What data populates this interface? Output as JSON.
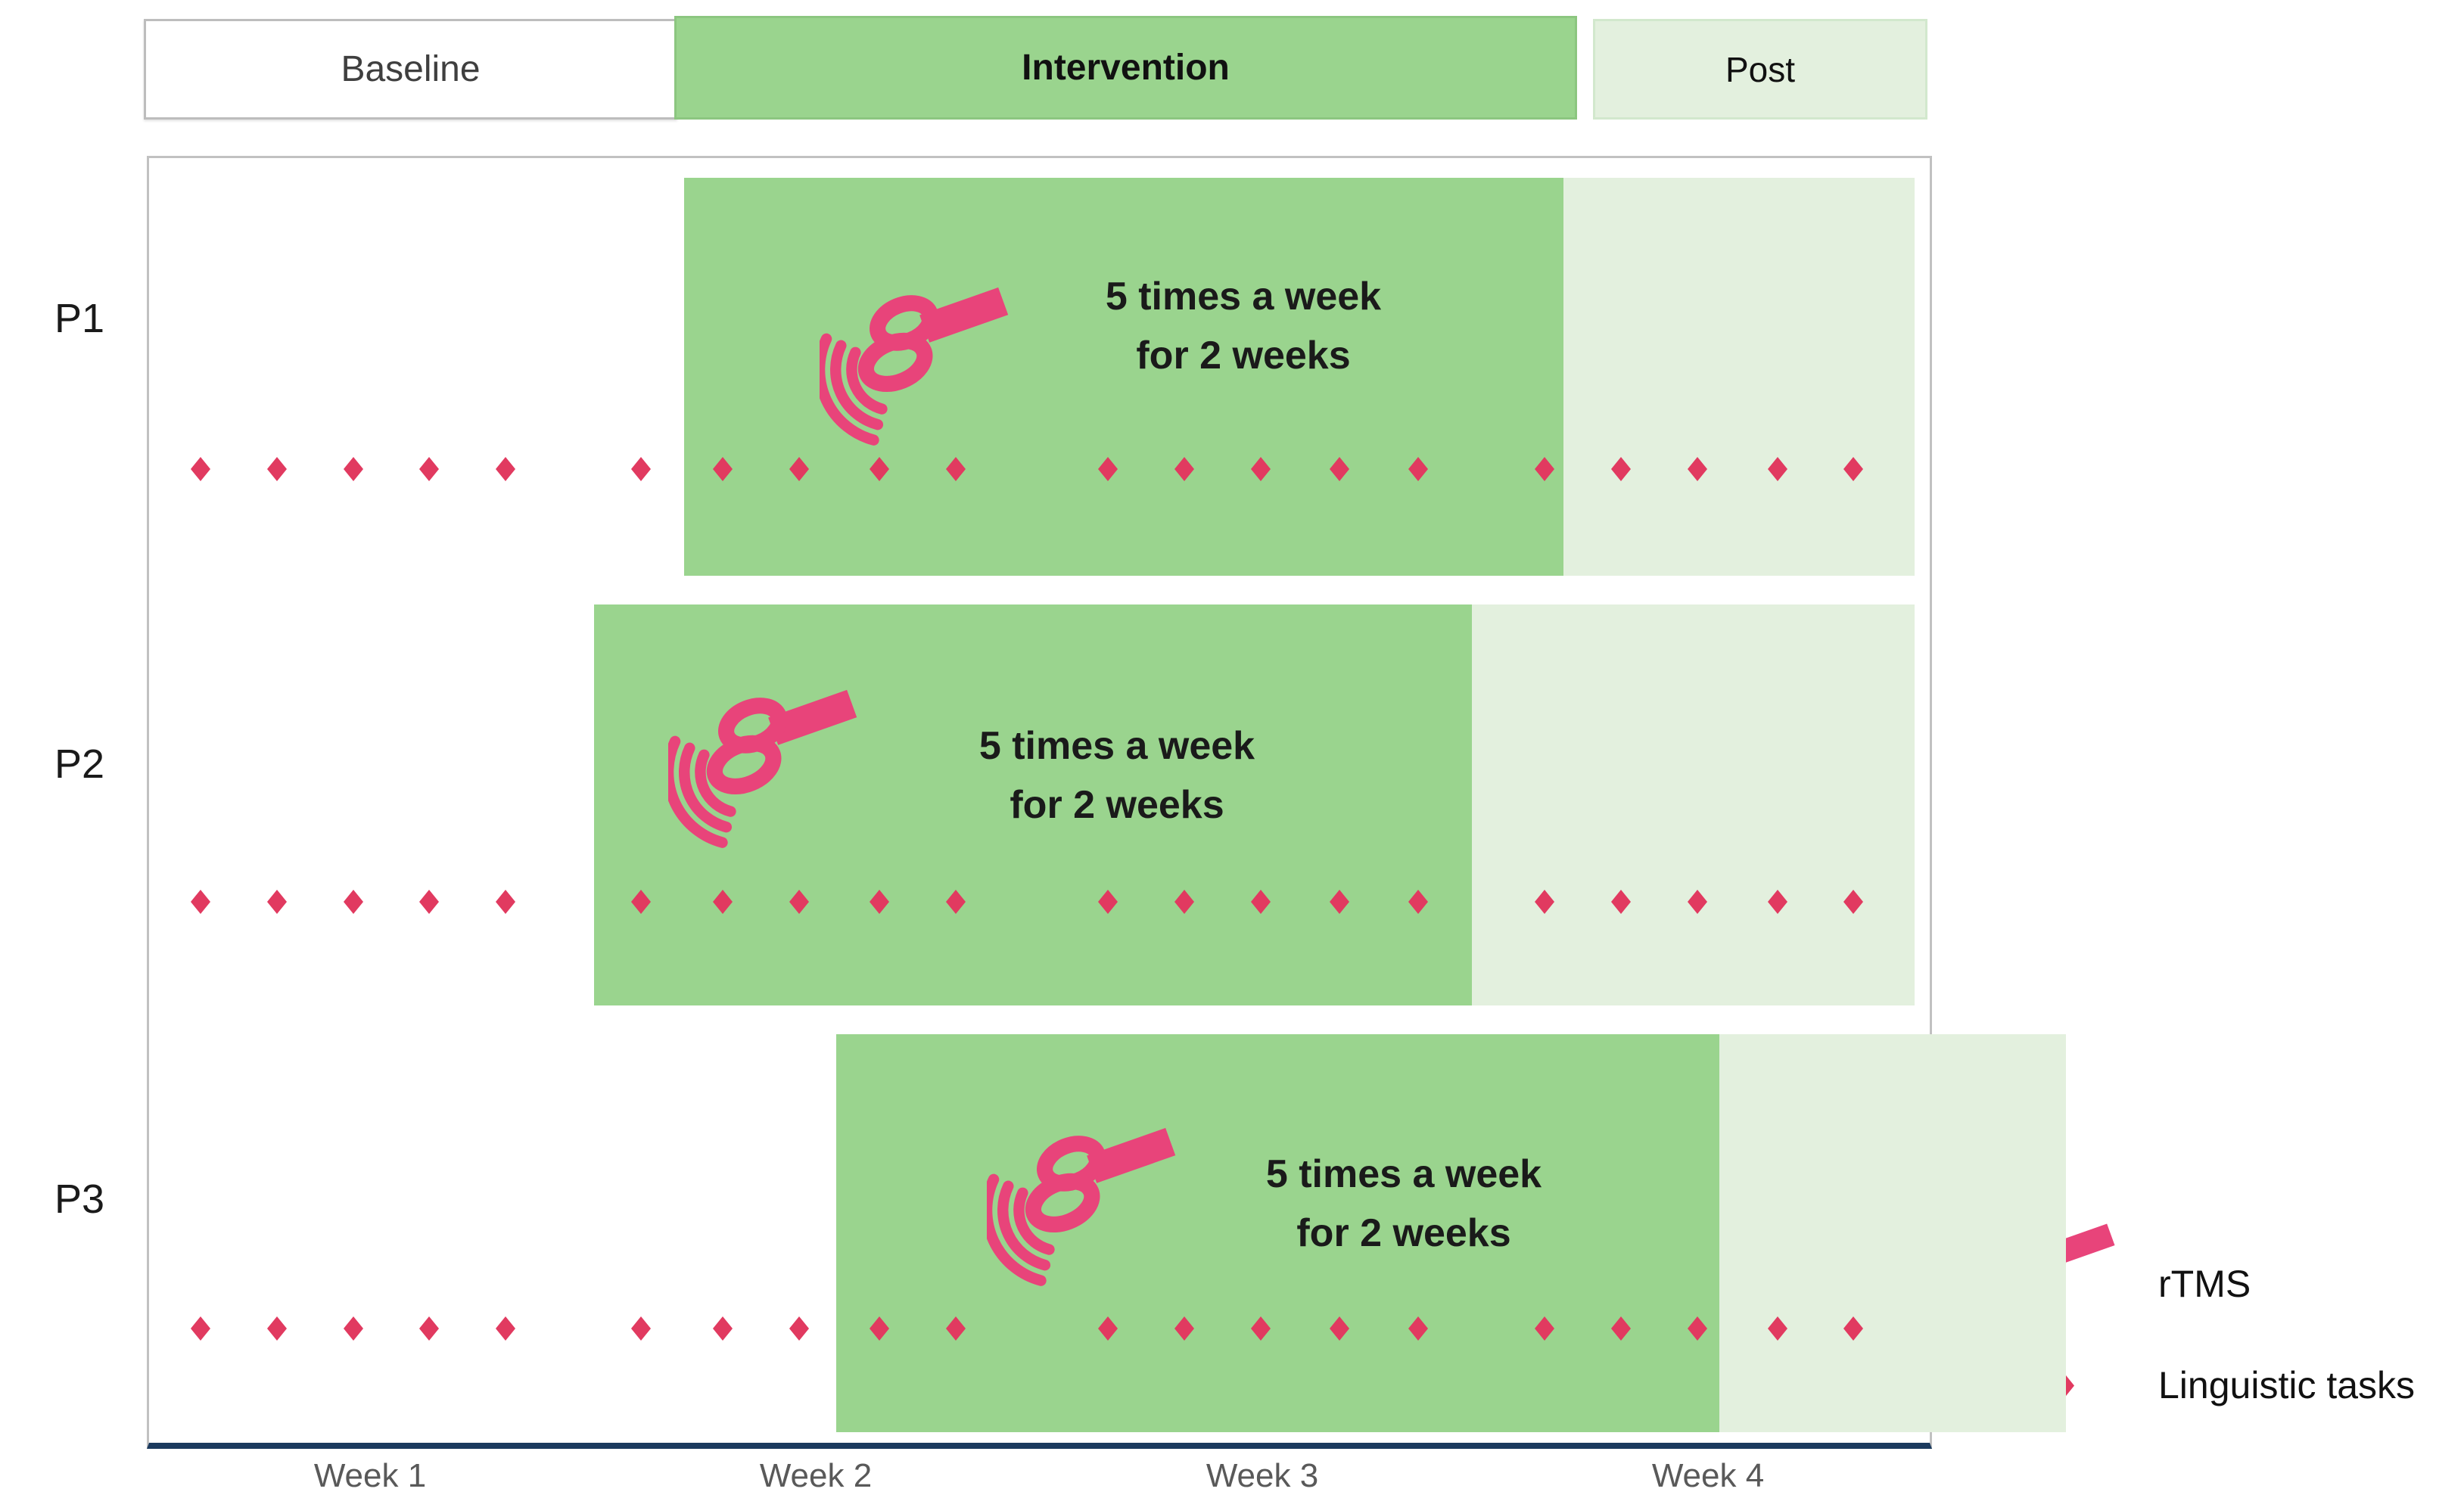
{
  "figure": {
    "phase_header": {
      "baseline_label": "Baseline",
      "intervention_label": "Intervention",
      "post_label": "Post"
    },
    "participants": [
      {
        "id": "P1",
        "note_line1": "5 times a week",
        "note_line2": "for 2 weeks"
      },
      {
        "id": "P2",
        "note_line1": "5 times a week",
        "note_line2": "for 2 weeks"
      },
      {
        "id": "P3",
        "note_line1": "5 times a week",
        "note_line2": "for 2 weeks"
      }
    ],
    "week_axis": {
      "labels": [
        "Week 1",
        "Week 2",
        "Week 3",
        "Week 4"
      ]
    },
    "legend": {
      "rtms": {
        "icon": "rtms-coil-icon",
        "label": "rTMS"
      },
      "tasks": {
        "icon": "linguistic-task-diamond-icon",
        "label": "Linguistic tasks"
      }
    },
    "schedule": {
      "weeks_total": 4,
      "sessions_per_week": 5,
      "task_markers_per_participant": 20,
      "participants": [
        {
          "id": "P1",
          "baseline_weeks": [
            0,
            1.2
          ],
          "intervention_weeks": [
            1.2,
            3.17
          ],
          "post_weeks": [
            3.17,
            3.96
          ]
        },
        {
          "id": "P2",
          "baseline_weeks": [
            0,
            1.0
          ],
          "intervention_weeks": [
            1.0,
            2.96
          ],
          "post_weeks": [
            2.96,
            3.96
          ]
        },
        {
          "id": "P3",
          "baseline_weeks": [
            0,
            1.54
          ],
          "intervention_weeks": [
            1.54,
            3.52
          ],
          "post_weeks": [
            3.52,
            3.96
          ]
        }
      ]
    },
    "colors": {
      "intervention_green": "#9AD48E",
      "post_green": "#E3F0DE",
      "task_marker_pink": "#E13A60",
      "coil_pink": "#E8447A",
      "axis_navy": "#1B3A5E",
      "frame_border_gray": "#C1C1C1",
      "week_label_gray": "#595959",
      "baseline_text_gray": "#3F3F3F"
    }
  }
}
